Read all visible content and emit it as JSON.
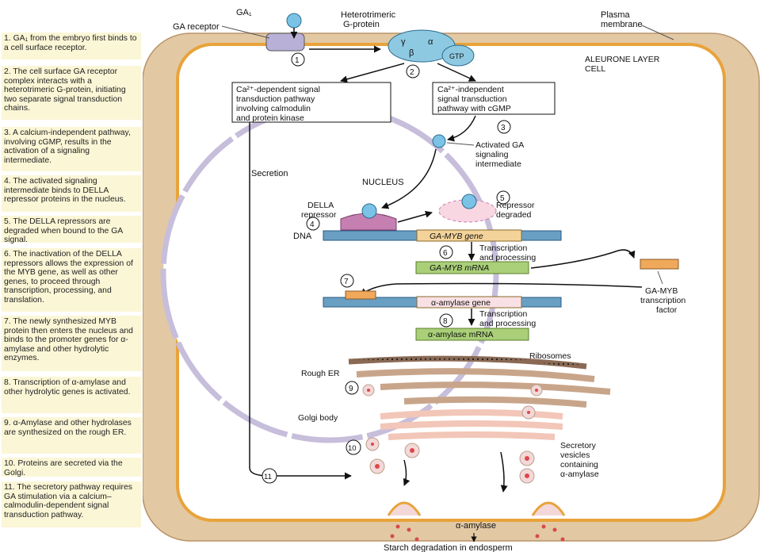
{
  "steps": [
    {
      "number": "1.",
      "text": "GA₁ from the embryo first binds to a cell surface receptor."
    },
    {
      "number": "2.",
      "text": "The cell surface GA receptor complex interacts with a heterotrimeric G-protein, initiating two separate signal transduction chains."
    },
    {
      "number": "3.",
      "text": "A calcium-independent pathway, involving cGMP, results in the activation of a signaling intermediate."
    },
    {
      "number": "4.",
      "text": "The activated signaling intermediate binds to DELLA repressor proteins in the nucleus."
    },
    {
      "number": "5.",
      "text": "The DELLA repressors are degraded when bound to the GA signal."
    },
    {
      "number": "6.",
      "text": "The inactivation of the DELLA repressors allows the expression of the MYB gene, as well as other genes, to proceed through transcription, processing, and translation."
    },
    {
      "number": "7.",
      "text": "The newly synthesized MYB protein then enters the nucleus and binds to the promoter genes for α-amylase and other hydrolytic enzymes."
    },
    {
      "number": "8.",
      "text": "Transcription of α-amylase and other hydrolytic genes is activated."
    },
    {
      "number": "9.",
      "text": "α-Amylase and other hydrolases are synthesized on the rough ER."
    },
    {
      "number": "10.",
      "text": "Proteins are secreted via the Golgi."
    },
    {
      "number": "11.",
      "text": "The secretory pathway requires GA stimulation via a calcium–calmodulin-dependent signal transduction pathway."
    }
  ],
  "labels": {
    "ga1": "GA₁",
    "ga_receptor": "GA receptor",
    "g_protein": [
      "Heterotrimeric",
      "G-protein"
    ],
    "gamma": "γ",
    "alpha": "α",
    "beta": "β",
    "gtp": "GTP",
    "plasma_membrane": [
      "Plasma",
      "membrane"
    ],
    "aleurone": [
      "ALEURONE LAYER",
      "CELL"
    ],
    "ca_dependent": [
      "Ca²⁺-dependent signal",
      "transduction pathway",
      "involving calmodulin",
      "and protein kinase"
    ],
    "ca_independent": [
      "Ca²⁺-independent",
      "signal transduction",
      "pathway with cGMP"
    ],
    "activated_ga": [
      "Activated GA",
      "signaling",
      "intermediate"
    ],
    "secretion": "Secretion",
    "nucleus": "NUCLEUS",
    "della": [
      "DELLA",
      "repressor"
    ],
    "repressor_degraded": [
      "Repressor",
      "degraded"
    ],
    "dna": "DNA",
    "ga_myb_gene": "GA-MYB gene",
    "transcription_processing": [
      "Transcription",
      "and processing"
    ],
    "ga_myb_mrna": "GA-MYB mRNA",
    "alpha_amylase_gene": "α-amylase gene",
    "alpha_amylase_mrna": "α-amylase mRNA",
    "ga_myb_tf": [
      "GA-MYB",
      "transcription",
      "factor"
    ],
    "ribosomes": "Ribosomes",
    "rough_er": "Rough ER",
    "golgi": "Golgi body",
    "secretory_vesicles": [
      "Secretory",
      "vesicles",
      "containing",
      "α-amylase"
    ],
    "alpha_amylase": "α-amylase",
    "starch": "Starch degradation in endosperm"
  },
  "circled_numbers": [
    "1",
    "2",
    "3",
    "4",
    "5",
    "6",
    "7",
    "8",
    "9",
    "10",
    "11"
  ],
  "colors": {
    "cell_wall": "#e2c9a4",
    "cytoplasm_border": "#e8a33a",
    "nuclear_envelope": "#c7bedb",
    "receptor": "#b8b0d6",
    "ga": "#7ac3e6",
    "g_protein": "#8ec9e2",
    "della": "#c57fb0",
    "dna": "#6a9fc4",
    "gene_box": "#f4d39a",
    "mrna": "#a9cf78",
    "tf": "#f0a85a",
    "er": "#c8a58a",
    "vesicle_dot": "#d94a4a",
    "sidebar_bg": "#fbf6d6"
  }
}
